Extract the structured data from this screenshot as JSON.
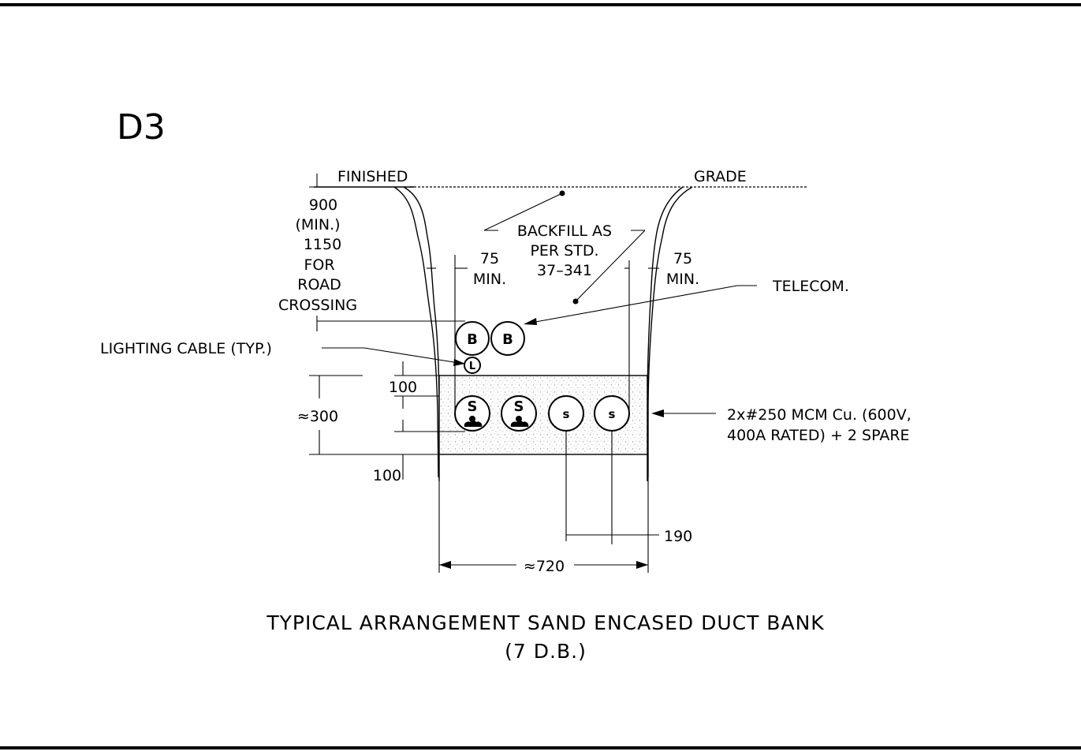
{
  "detail_id": "D3",
  "grade_labels": {
    "left": "FINISHED",
    "right": "GRADE"
  },
  "depth_note": [
    "900",
    "(MIN.)",
    "1150",
    "FOR",
    "ROAD",
    "CROSSING"
  ],
  "backfill_note": [
    "BACKFILL AS",
    "PER STD.",
    "37–341"
  ],
  "clearance_left": [
    "75",
    "MIN."
  ],
  "clearance_right": [
    "75",
    "MIN."
  ],
  "telecom_label": "TELECOM.",
  "lighting_label": "LIGHTING CABLE (TYP.)",
  "dimensions": {
    "top_cover": "100",
    "bottom_cover": "100",
    "bank_height": "≈300",
    "duct_spacing": "190",
    "bank_width": "≈720"
  },
  "cable_note": [
    "2x#250 MCM Cu. (600V,",
    "400A RATED) + 2 SPARE"
  ],
  "duct_letters": {
    "telecom": "B",
    "lighting": "L",
    "power": "S",
    "spare": "s"
  },
  "title": [
    "TYPICAL ARRANGEMENT SAND ENCASED DUCT BANK",
    "(7 D.B.)"
  ]
}
